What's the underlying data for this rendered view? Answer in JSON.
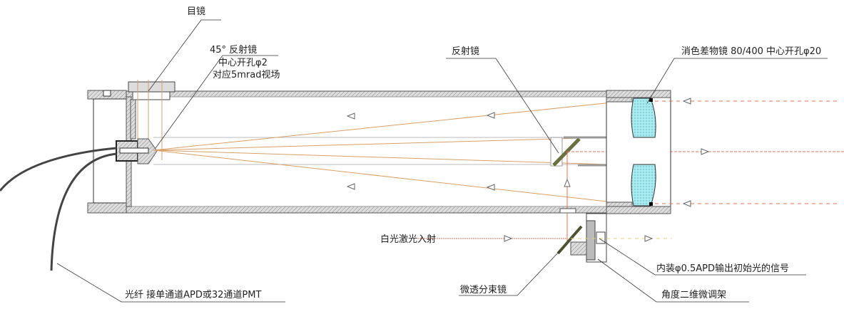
{
  "labels": {
    "eyepiece": "目镜",
    "mirror45_line1": "45° 反射镜",
    "mirror45_line2": "中心开孔φ2",
    "mirror45_line3": "对应5mrad视场",
    "secondary_mirror": "反射镜",
    "objective": "消色差物镜 80/400 中心开孔φ20",
    "laser_in": "白光激光入射",
    "apd": "内装φ0.5APD输出初始光的信号",
    "mount": "角度二维微调架",
    "beamsplitter": "微透分束镜",
    "fiber": "光纤 接单通道APD或32通道PMT"
  },
  "colors": {
    "ray": "#d9a066",
    "laser": "#e07050",
    "lens": "#9fe8f0",
    "transmitted": "#e8d070"
  }
}
